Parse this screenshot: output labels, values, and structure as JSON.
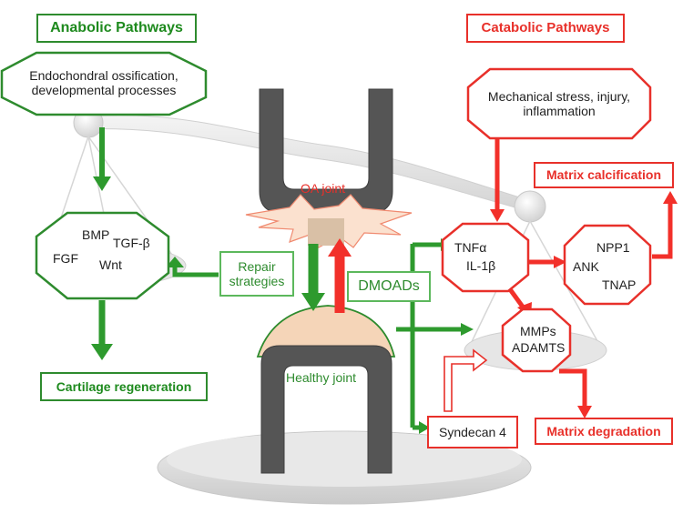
{
  "anabolic": {
    "title": "Anabolic Pathways",
    "source_line1": "Endochondral ossification,",
    "source_line2": "developmental processes",
    "factors": [
      "BMP",
      "TGF-β",
      "FGF",
      "Wnt"
    ],
    "outcome": "Cartilage regeneration"
  },
  "catabolic": {
    "title": "Catabolic Pathways",
    "source_line1": "Mechanical stress, injury,",
    "source_line2": "inflammation",
    "cytokines": [
      "TNFα",
      "IL-1β"
    ],
    "calcification_factors": [
      "NPP1",
      "ANK",
      "TNAP"
    ],
    "enzymes": [
      "MMPs",
      "ADAMTS"
    ],
    "outcome_calcification": "Matrix calcification",
    "outcome_degradation": "Matrix degradation"
  },
  "center": {
    "oa_joint": "OA joint",
    "healthy_joint": "Healthy joint",
    "repair_line1": "Repair",
    "repair_line2": "strategies",
    "dmoads": "DMOADs",
    "syndecan": "Syndecan 4"
  },
  "colors": {
    "anabolic_green": "#2e8b2e",
    "catabolic_red": "#e8302a",
    "joint_gray": "#555555",
    "cartilage_peach": "#f5d5b8"
  }
}
